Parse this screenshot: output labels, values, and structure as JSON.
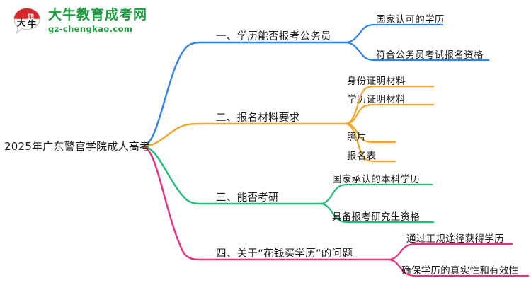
{
  "header": {
    "logo_icon": "speech-bubble-logo-icon",
    "brand_cn": "大牛教育成考网",
    "brand_url": "gz-chengkao.com",
    "brand_color": "#1a9c3c",
    "mark_color": "#d6262a"
  },
  "mindmap": {
    "root": {
      "label": "2025年广东警官学院成人高考"
    },
    "branches": [
      {
        "label": "一、学历能否报考公务员",
        "color": "#2f82e8",
        "children": [
          {
            "label": "国家认可的学历"
          },
          {
            "label": "符合公务员考试报名资格"
          }
        ]
      },
      {
        "label": "二、报名材料要求",
        "color": "#f2a526",
        "children": [
          {
            "label": "身份证明材料"
          },
          {
            "label": "学历证明材料"
          },
          {
            "label": "照片"
          },
          {
            "label": "报名表"
          }
        ]
      },
      {
        "label": "三、能否考研",
        "color": "#1fbf75",
        "children": [
          {
            "label": "国家承认的本科学历"
          },
          {
            "label": "具备报考研究生资格"
          }
        ]
      },
      {
        "label": "四、关于“花钱买学历”的问题",
        "color": "#ef2b7e",
        "children": [
          {
            "label": "通过正规途径获得学历"
          },
          {
            "label": "确保学历的真实性和有效性"
          }
        ]
      }
    ]
  }
}
